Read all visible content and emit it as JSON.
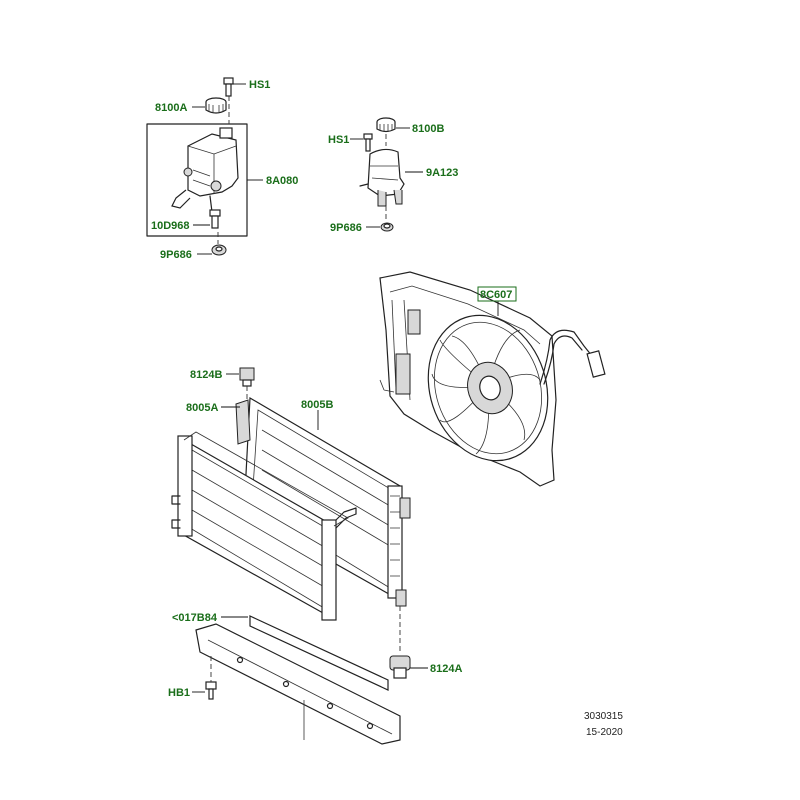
{
  "callouts": {
    "hs1_a": "HS1",
    "c8100a": "8100A",
    "c8a080": "8A080",
    "c10d968": "10D968",
    "c9p686_a": "9P686",
    "hs1_b": "HS1",
    "c8100b": "8100B",
    "c9a123": "9A123",
    "c9p686_b": "9P686",
    "c8c607": "8C607",
    "c8124b": "8124B",
    "c8005a": "8005A",
    "c8005b": "8005B",
    "c017b84": "<017B84",
    "c8124a": "8124A",
    "hb1": "HB1"
  },
  "info": {
    "diagram_number": "3030315",
    "date_code": "15-2020"
  },
  "colors": {
    "callout_text": "#1a6e1a",
    "line_art": "#222222",
    "background": "#ffffff"
  }
}
